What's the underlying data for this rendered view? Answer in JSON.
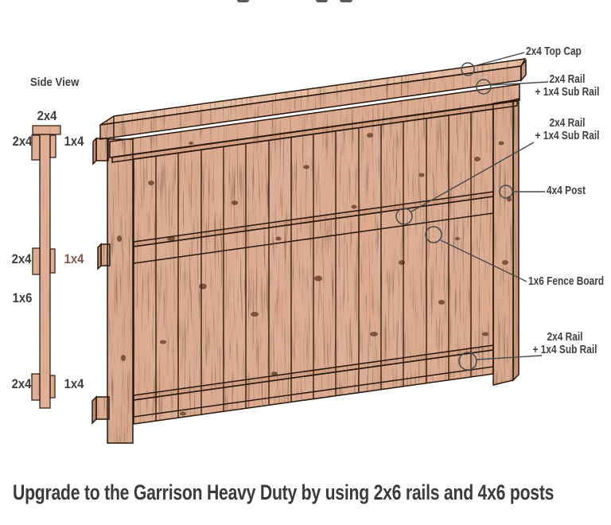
{
  "figure": {
    "caption": "Upgrade to the Garrison Heavy Duty by using 2x6 rails and 4x6 posts"
  },
  "side_view": {
    "title": "Side View",
    "top_cap_label": "2x4",
    "top_left_label": "2x4",
    "top_right_label": "1x4",
    "mid_left_label": "2x4",
    "mid_right_label": "1x4",
    "board_label": "1x6",
    "bottom_left_label": "2x4",
    "bottom_right_label": "1x4"
  },
  "callouts": {
    "top_cap": "2x4 Top Cap",
    "rail_upper_line1": "2x4 Rail",
    "rail_upper_line2": "+ 1x4 Sub Rail",
    "rail_middle_line1": "2x4 Rail",
    "rail_middle_line2": "+ 1x4 Sub Rail",
    "post": "4x4 Post",
    "fence_board": "1x6 Fence Board",
    "rail_bottom_line1": "2x4 Rail",
    "rail_bottom_line2": "+ 1x4 Sub Rail"
  },
  "colors": {
    "wood_base": "#dcab90",
    "wood_light": "#e7bfa4",
    "wood_side_face": "#c59579",
    "wood_streak": "#2b1709",
    "outline": "#2a170c",
    "label_text": "#3f3f3f",
    "accent_label_text": "#8a564c",
    "leader_line": "#4a4a4a"
  }
}
